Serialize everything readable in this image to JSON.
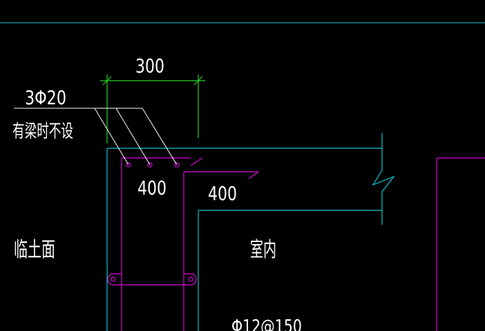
{
  "drawing": {
    "background": "#000000",
    "colors": {
      "outline": "#00c8d2",
      "rebar": "#e000e0",
      "dimension": "#27d627",
      "text": "#ffffff",
      "leader": "#ffffff"
    },
    "labels": {
      "dimension_300": "300",
      "rebar_callout": "3Φ20",
      "rebar_note": "有梁时不设",
      "dim_400_a": "400",
      "dim_400_b": "400",
      "outside_label": "临土面",
      "inside_label": "室内",
      "bottom_rebar": "Φ12@150"
    }
  }
}
